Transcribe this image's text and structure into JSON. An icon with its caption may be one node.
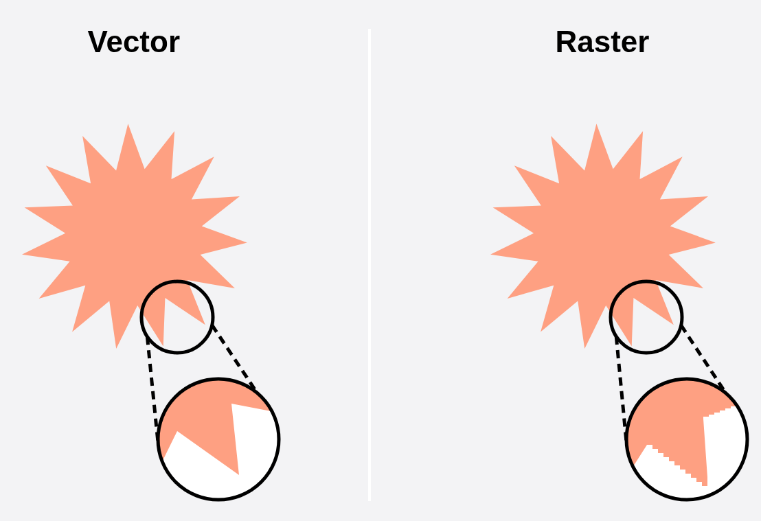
{
  "diagram": {
    "nodes": [
      {
        "text": [],
        "shape": "circle"
      },
      {
        "text": [],
        "shape": "circle"
      },
      {
        "text": [],
        "shape": "circle"
      },
      {
        "text": [],
        "shape": "circle"
      }
    ],
    "edges": [
      {
        "from": 0,
        "to": 1,
        "arrow": "none",
        "style": "dashed"
      },
      {
        "from": 0,
        "to": 1,
        "arrow": "none",
        "style": "dashed"
      },
      {
        "from": 2,
        "to": 3,
        "arrow": "none",
        "style": "dashed"
      },
      {
        "from": 2,
        "to": 3,
        "arrow": "none",
        "style": "dashed"
      }
    ],
    "labels": [
      "Vector",
      "Raster"
    ]
  }
}
